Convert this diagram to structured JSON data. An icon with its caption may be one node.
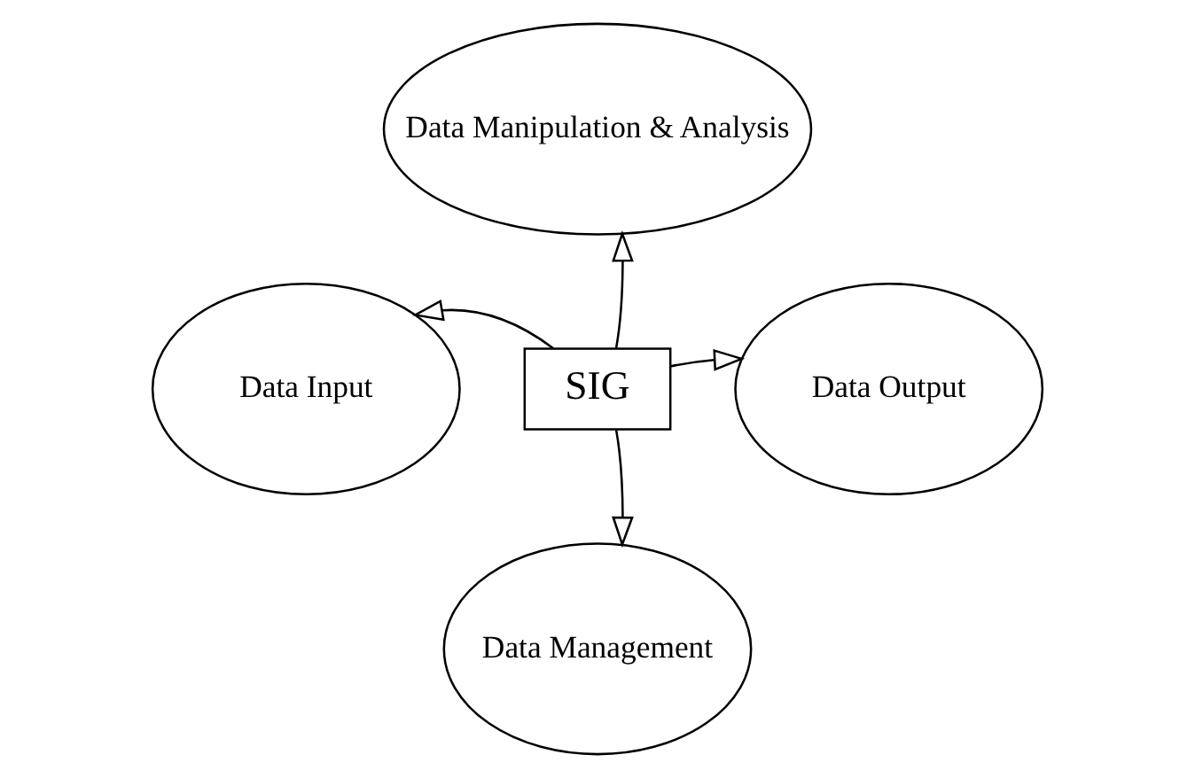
{
  "diagram": {
    "nodes": [
      {
        "text": [
          "Data Manipulation & Analysis"
        ]
      },
      {
        "text": [
          "Data Input"
        ]
      },
      {
        "text": [
          "SIG"
        ]
      },
      {
        "text": [
          "Data Output"
        ]
      },
      {
        "text": [
          "Data Management"
        ]
      }
    ],
    "edges": [
      {
        "from": 2,
        "to": 0,
        "arrow": "to"
      },
      {
        "from": 2,
        "to": 1,
        "arrow": "to"
      },
      {
        "from": 2,
        "to": 3,
        "arrow": "to"
      },
      {
        "from": 2,
        "to": 4,
        "arrow": "to"
      }
    ]
  }
}
